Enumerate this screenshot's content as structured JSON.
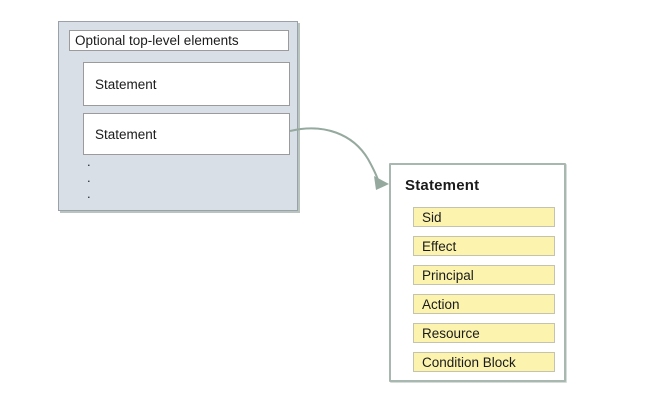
{
  "colors": {
    "container_fill": "#d9dfe7",
    "container_border": "#9ba1a9",
    "box_border": "#9b9b9b",
    "detail_border": "#a8b7af",
    "field_fill": "#fbf3ae",
    "field_border": "#c4c4ae",
    "arrow": "#95a99f",
    "shadow": "#b8c4be",
    "text": "#1b1b1b"
  },
  "policy_container": {
    "top_box_label": "Optional top-level elements",
    "statements": [
      "Statement",
      "Statement"
    ],
    "ellipsis": [
      ".",
      ".",
      "."
    ]
  },
  "statement_detail": {
    "title": "Statement",
    "fields": [
      "Sid",
      "Effect",
      "Principal",
      "Action",
      "Resource",
      "Condition Block"
    ]
  }
}
